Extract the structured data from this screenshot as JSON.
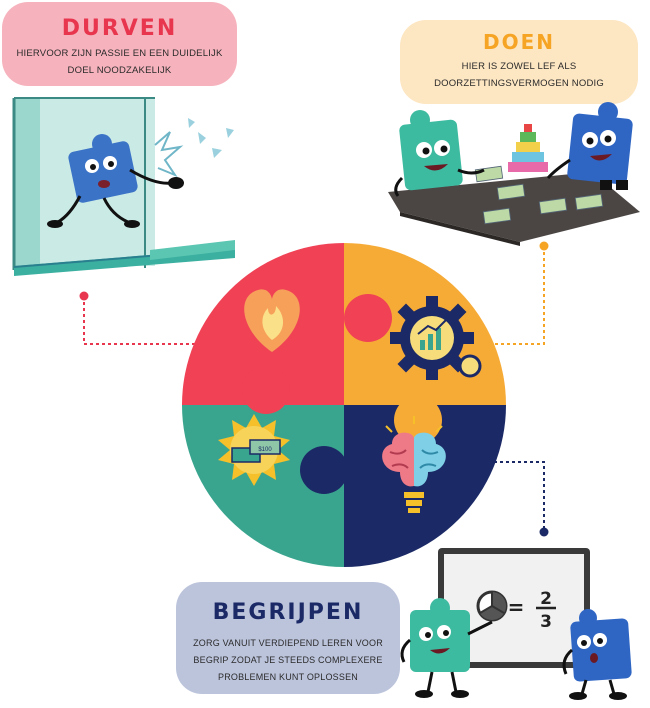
{
  "durven": {
    "title": "DURVEN",
    "description_line1": "HIERVOOR ZIJN PASSIE EN EEN DUIDELIJK",
    "description_line2": "DOEL NOODZAKELIJK",
    "color": "#e8364f"
  },
  "doen": {
    "title": "DOEN",
    "description_line1": "HIER IS ZOWEL LEF ALS",
    "description_line2": "DOORZETTINGSVERMOGEN NODIG",
    "color": "#f6a423"
  },
  "begrijpen": {
    "title": "BEGRIJPEN",
    "description_line1": "ZORG VANUIT VERDIEPEND LEREN VOOR",
    "description_line2": "BEGRIP ZODAT JE STEEDS COMPLEXERE",
    "description_line3": "PROBLEMEN KUNT OPLOSSEN",
    "color": "#1b2a66"
  },
  "puzzle": {
    "segments": [
      {
        "name": "red",
        "color": "#f04155",
        "icon": "heart-flame-icon"
      },
      {
        "name": "orange",
        "color": "#f7ab37",
        "icon": "gear-chart-icon"
      },
      {
        "name": "teal",
        "color": "#3aa58e",
        "icon": "sun-cash-icon"
      },
      {
        "name": "navy",
        "color": "#1b2a66",
        "icon": "brain-bulb-icon"
      }
    ]
  },
  "money_note": {
    "label": "$100"
  },
  "whiteboard": {
    "equals": "=",
    "numerator": "2",
    "denominator": "3"
  }
}
